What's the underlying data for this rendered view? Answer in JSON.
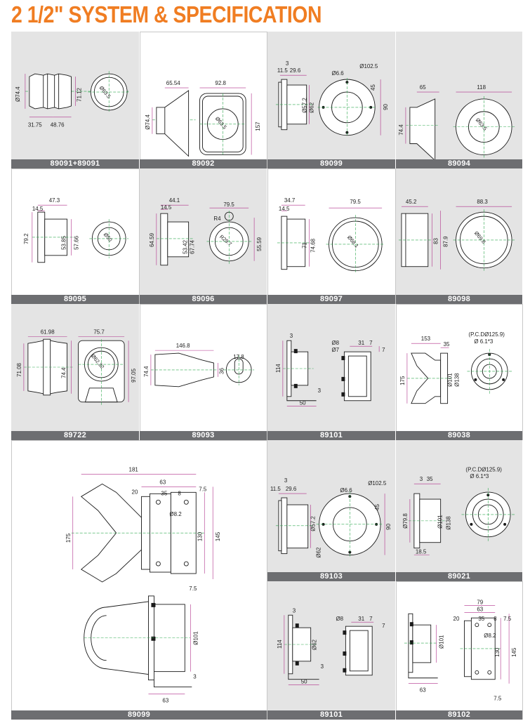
{
  "title": "2 1/2\" SYSTEM & SPECIFICATION",
  "colors": {
    "title": "#f07d22",
    "label_bar": "#6d6e71",
    "cell_gray": "#e4e4e4",
    "dimension_line": "#b02f8a",
    "center_line": "#2fa84f"
  },
  "cells": [
    {
      "label": "89091+89091",
      "dims": [
        "Ø74.4",
        "71.12",
        "Ø63.5",
        "31.75",
        "48.76"
      ]
    },
    {
      "label": "89092",
      "dims": [
        "65.54",
        "92.8",
        "Ø74.4",
        "Ø63.5",
        "157"
      ]
    },
    {
      "label": "89099",
      "dims": [
        "3",
        "11.5",
        "29.6",
        "Ø6.6",
        "Ø102.5",
        "Ø57.2",
        "Ø62",
        "45",
        "90"
      ]
    },
    {
      "label": "89094",
      "dims": [
        "65",
        "118",
        "74.4",
        "Ø63.5"
      ]
    },
    {
      "label": "89095",
      "dims": [
        "47.3",
        "14.5",
        "79.2",
        "53.85",
        "57.66",
        "Ø50"
      ]
    },
    {
      "label": "89096",
      "dims": [
        "44.1",
        "14.5",
        "79.5",
        "64.59",
        "53.42",
        "67.74",
        "R4",
        "R29.7",
        "55.59"
      ]
    },
    {
      "label": "89097",
      "dims": [
        "34.7",
        "14.5",
        "79.5",
        "71",
        "74.68",
        "Ø68.1"
      ]
    },
    {
      "label": "89098",
      "dims": [
        "45.2",
        "88.3",
        "83",
        "87.9",
        "Ø69.8"
      ]
    },
    {
      "label": "89722",
      "dims": [
        "61.98",
        "75.7",
        "71.08",
        "74.4",
        "Ø62.32",
        "97.05"
      ]
    },
    {
      "label": "89093",
      "dims": [
        "146.8",
        "74.4",
        "36",
        "17.8"
      ]
    },
    {
      "label": "89101",
      "dims": [
        "3",
        "114",
        "3",
        "50",
        "Ø8",
        "Ø7",
        "31",
        "7",
        "7"
      ]
    },
    {
      "label": "89038",
      "dims": [
        "(P.C.DØ125.9)",
        "Ø 6.1*3",
        "153",
        "35",
        "175",
        "Ø101",
        "Ø138"
      ]
    },
    {
      "label": "89099",
      "dims": [
        "181",
        "63",
        "20",
        "35",
        "8",
        "7.5",
        "Ø8.2",
        "175",
        "130",
        "145",
        "7.5",
        "Ø101",
        "3",
        "63"
      ]
    },
    {
      "label": "89103",
      "dims": [
        "3",
        "11.5",
        "29.6",
        "Ø6.6",
        "Ø102.5",
        "45",
        "90",
        "Ø57.2",
        "Ø62"
      ]
    },
    {
      "label": "89021",
      "dims": [
        "(P.C.DØ125.9)",
        "Ø 6.1*3",
        "3",
        "35",
        "Ø79.8",
        "Ø101",
        "Ø138",
        "18.5"
      ]
    },
    {
      "label": "89101",
      "dims": [
        "3",
        "Ø8",
        "31",
        "7",
        "7",
        "114",
        "Ø62",
        "3",
        "50"
      ]
    },
    {
      "label": "89102",
      "dims": [
        "79",
        "63",
        "20",
        "35",
        "8",
        "7.5",
        "Ø8.2",
        "Ø101",
        "130",
        "145",
        "63",
        "7.5"
      ]
    }
  ]
}
